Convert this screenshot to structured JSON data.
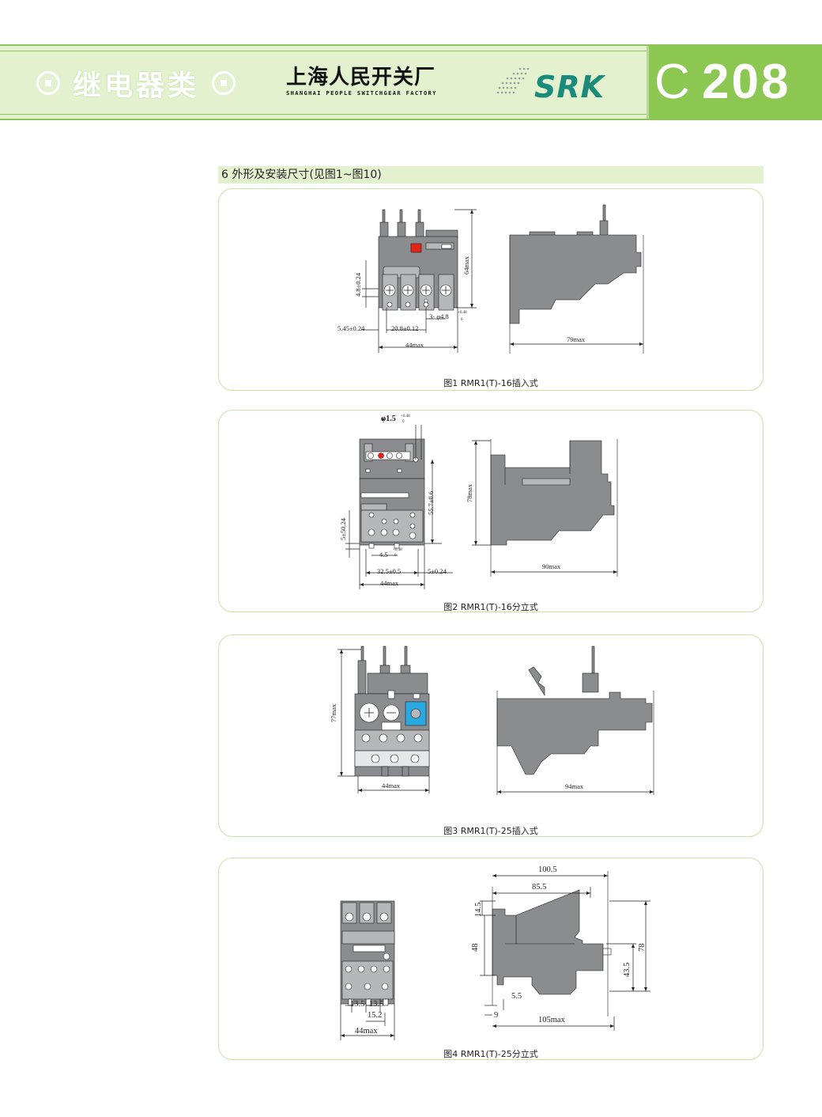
{
  "header": {
    "category": "继电器类",
    "company_cn": "上海人民开关厂",
    "company_en": "SHANGHAI PEOPLE SWITCHGEAR FACTORY",
    "brand": "SRK",
    "page_letter": "C",
    "page_number": "208"
  },
  "colors": {
    "accent_green": "#8bc751",
    "band_green": "#e3f1cf",
    "brand_teal": "#1a8a7a",
    "part_grey": "#8a8c8e",
    "red_button": "#e2231a",
    "blue_dial": "#29a9e1"
  },
  "section_title": "6   外形及安装尺寸(见图1~图10)",
  "figures": [
    {
      "caption": "图1  RMR1(T)-16插入式",
      "dims": {
        "d1": "4.8±0.24",
        "d2": "64max",
        "d3": "3- φ4.8",
        "d3_tol_upper": "+0.48",
        "d3_tol_lower": "0",
        "d4": "5.45±0.24",
        "d5": "20.8±0.12",
        "d6": "44max",
        "d7": "79max"
      }
    },
    {
      "caption": "图2  RMR1(T)-16分立式",
      "dims": {
        "d1": "φ1.5",
        "d1_tol_upper": "+0.48",
        "d1_tol_lower": "0",
        "d2": "55.7±0.6",
        "d3": "78max",
        "d4": "5±50.24",
        "d5": "4.5",
        "d5_tol_upper": "+0.48",
        "d5_tol_lower": "0",
        "d6": "32.5±0.5",
        "d7": "5±0.24",
        "d8": "44max",
        "d9": "90max"
      }
    },
    {
      "caption": "图3  RMR1(T)-25插入式",
      "dims": {
        "d1": "77max",
        "d2": "44max",
        "d3": "94max"
      }
    },
    {
      "caption": "图4  RMR1(T)-25分立式",
      "dims": {
        "d1": "13.5",
        "d2": "13.5",
        "d3": "15.2",
        "d4": "44max",
        "d5": "100.5",
        "d6": "85.5",
        "d7": "14.5",
        "d8": "48",
        "d9": "78",
        "d10": "43.5",
        "d11": "5.5",
        "d12": "9",
        "d13": "105max"
      }
    }
  ]
}
